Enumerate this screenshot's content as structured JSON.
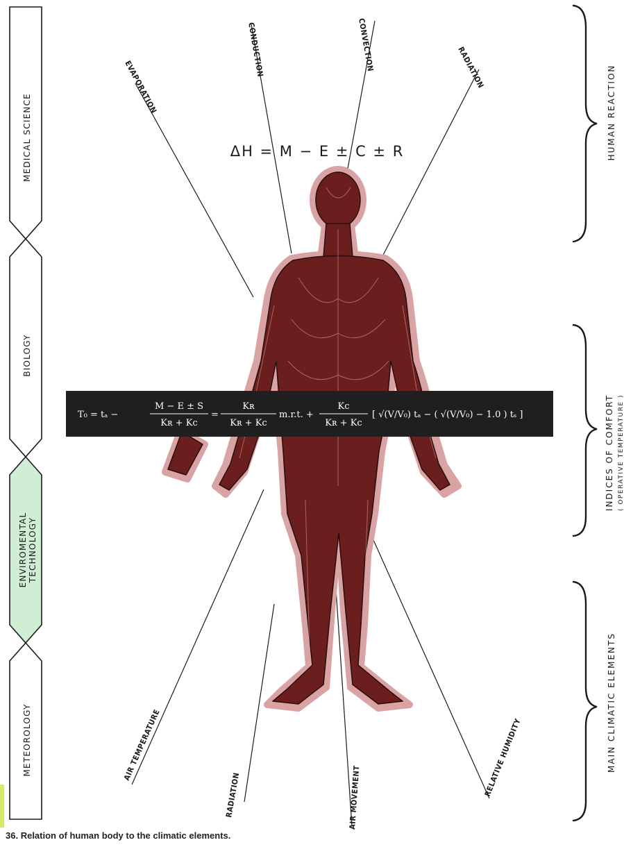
{
  "disciplines": [
    {
      "label": "MEDICAL  SCIENCE",
      "color": "#ffffff"
    },
    {
      "label": "BIOLOGY",
      "color": "#ffffff"
    },
    {
      "label_line1": "ENVIROMENTAL",
      "label_line2": "TECHNOLOGY",
      "color": "#cfeed3",
      "highlighted": true
    },
    {
      "label": "METEOROLOGY",
      "color": "#ffffff"
    }
  ],
  "human_reaction_rays": [
    "EVAPORATION",
    "CONDUCTION",
    "CONVECTION",
    "RADIATION"
  ],
  "heat_balance_equation": "ΔH = M − E ± C ± R",
  "operative_temperature_formula": {
    "lhs": "T₀ = tₐ −",
    "frac1_num": "M − E ± S",
    "frac1_den": "Kʀ + Kc",
    "eq": "=",
    "frac2_num": "Kʀ",
    "frac2_den": "Kʀ + Kc",
    "mrt": "m.r.t. +",
    "frac3_num": "Kc",
    "frac3_den": "Kʀ + Kc",
    "bracket_expr": "[ √(V/V₀) tₐ − ( √(V/V₀) − 1.0 ) tₛ ]"
  },
  "climatic_rays": [
    "AIR TEMPERATURE",
    "RADIATION",
    "AIR MOVEMENT",
    "RELATIVE HUMIDITY"
  ],
  "brackets": {
    "top": "HUMAN  REACTION",
    "middle": "INDICES  OF  COMFORT",
    "middle_sub": "( OPERATIVE  TEMPERATURE )",
    "bottom": "MAIN  CLIMATIC  ELEMENTS"
  },
  "caption": {
    "number": "36.",
    "text": "Relation of human body to the climatic elements."
  },
  "colors": {
    "body_fill": "#6b1e1e",
    "body_halo": "#d9a3a3",
    "highlight": "#cfeed3",
    "formula_band": "#1f1f1f"
  }
}
